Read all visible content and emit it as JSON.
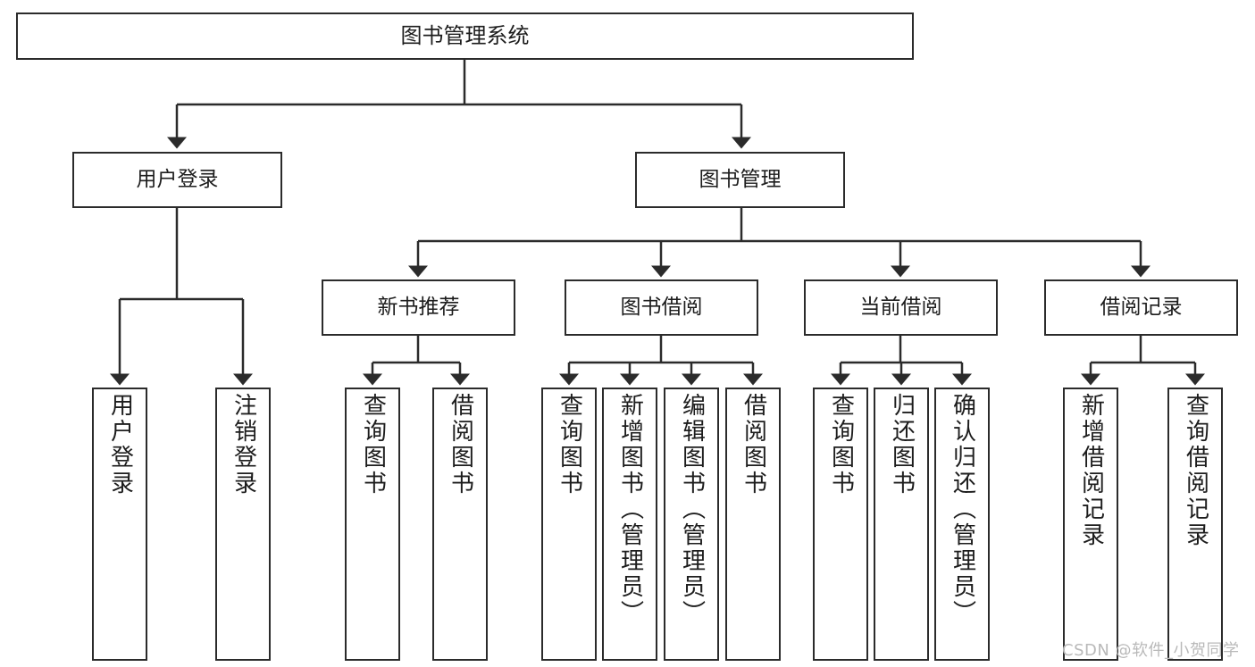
{
  "diagram": {
    "title": "图书管理系统",
    "type": "tree",
    "stroke_color": "#2b2b2b",
    "background_color": "#ffffff",
    "root": {
      "label": "图书管理系统"
    },
    "level2": [
      {
        "label": "用户登录"
      },
      {
        "label": "图书管理"
      }
    ],
    "level3": [
      {
        "label": "新书推荐"
      },
      {
        "label": "图书借阅"
      },
      {
        "label": "当前借阅"
      },
      {
        "label": "借阅记录"
      }
    ],
    "leaves": {
      "user_login": [
        {
          "label": "用户登录"
        },
        {
          "label": "注销登录"
        }
      ],
      "new_book_recommend": [
        {
          "label": "查询图书"
        },
        {
          "label": "借阅图书"
        }
      ],
      "book_borrow": [
        {
          "label": "查询图书"
        },
        {
          "label": "新增图书（管理员）"
        },
        {
          "label": "编辑图书（管理员）"
        },
        {
          "label": "借阅图书"
        }
      ],
      "current_borrow": [
        {
          "label": "查询图书"
        },
        {
          "label": "归还图书"
        },
        {
          "label": "确认归还（管理员）"
        }
      ],
      "borrow_record": [
        {
          "label": "新增借阅记录"
        },
        {
          "label": "查询借阅记录"
        }
      ]
    }
  },
  "watermark": {
    "text": "CSDN @软件_小贺同学",
    "color": "#b9b9b9"
  }
}
